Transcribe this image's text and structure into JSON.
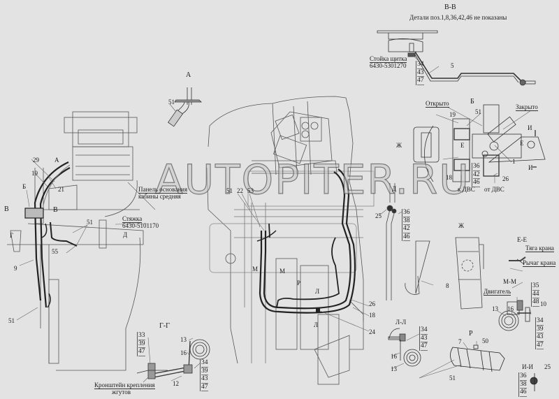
{
  "watermark": "AUTOPITER.RU",
  "colors": {
    "background": "#e3e3e3",
    "line": "#222222",
    "thin_line": "#6a6a6a"
  },
  "views": {
    "vv": {
      "title": "В-В",
      "note": "Детали поз.1,8,36,42,46 не показаны",
      "part_label_1": "Стойка щитка",
      "part_label_2": "6430-5301270",
      "stack": [
        "34",
        "43",
        "47"
      ],
      "callout_5": "5"
    },
    "a": {
      "title": "А",
      "callout_51": "51"
    },
    "b": {
      "title": "Б",
      "open": "Открыто",
      "closed": "Закрыто",
      "callout_19": "19",
      "callout_51": "51",
      "callout_1": "1",
      "callout_18": "18",
      "callout_26": "26",
      "stack": [
        "36",
        "42",
        "46"
      ],
      "to_engine": "к ДВС",
      "from_engine": "от ДВС",
      "marker_zh": "Ж",
      "marker_e1": "Е",
      "marker_e2": "Е",
      "marker_i1": "И",
      "marker_i2": "И"
    },
    "d": {
      "title": "Д",
      "callout_25": "25",
      "stack": [
        "36",
        "38",
        "42",
        "46"
      ]
    },
    "zh": {
      "title": "Ж",
      "callout_8": "8"
    },
    "ee": {
      "title": "Е-Е",
      "label_1": "Тяга крана",
      "label_2": "Рычаг крана"
    },
    "mm": {
      "title": "М-М",
      "engine": "Двигатель",
      "stack_top": [
        "35",
        "44",
        "48"
      ],
      "callout_10": "10",
      "callout_13": "13",
      "callout_16": "16",
      "stack_bottom": [
        "34",
        "39",
        "43",
        "47"
      ]
    },
    "ll": {
      "title": "Л-Л",
      "stack": [
        "34",
        "43",
        "47"
      ],
      "callout_16": "16",
      "callout_13": "13"
    },
    "p": {
      "title": "Р",
      "callout_7": "7",
      "callout_50": "50",
      "callout_51": "51"
    },
    "ii": {
      "title": "И-И",
      "callout_25": "25",
      "stack": [
        "36",
        "38",
        "46"
      ]
    },
    "gg": {
      "title": "Г-Г",
      "stack_left": [
        "33",
        "39",
        "47"
      ],
      "callout_13": "13",
      "callout_16": "16",
      "callout_12": "12",
      "stack_right": [
        "34",
        "39",
        "43",
        "47"
      ],
      "bracket_label_1": "Кронштейн крепления",
      "bracket_label_2": "жгутов"
    },
    "left": {
      "callout_29": "29",
      "callout_19": "19",
      "callout_21": "21",
      "marker_a": "А",
      "marker_b": "Б",
      "marker_v1": "В",
      "marker_v2": "В",
      "marker_g": "Г",
      "marker_d": "Д",
      "callout_51a": "51",
      "callout_55": "55",
      "callout_9": "9",
      "callout_51b": "51",
      "panel_label_1": "Панель основания",
      "panel_label_2": "кабины средняя",
      "tie_label_1": "Стяжка",
      "tie_label_2": "6430-5101170"
    },
    "center": {
      "callout_51": "51",
      "callout_22": "22",
      "callout_53": "53",
      "marker_m1": "М",
      "marker_m2": "М",
      "marker_p": "Р",
      "marker_l1": "Л",
      "marker_l2": "Л",
      "callout_26": "26",
      "callout_18": "18",
      "callout_24": "24"
    }
  }
}
